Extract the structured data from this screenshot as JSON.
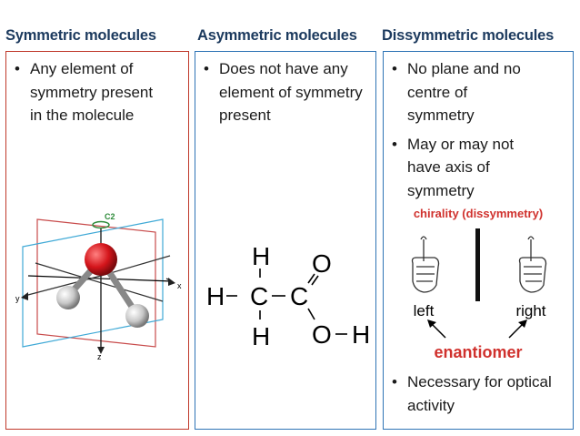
{
  "columns": [
    {
      "title": "Symmetric molecules",
      "bullets": [
        "Any element of symmetry present in the molecule"
      ]
    },
    {
      "title": "Asymmetric molecules",
      "bullets": [
        "Does not have any element of symmetry present"
      ]
    },
    {
      "title": "Dissymmetric molecules",
      "bullets": [
        "No plane and no centre of symmetry",
        "May or may not have axis of symmetry"
      ],
      "bottom_bullets": [
        "Necessary for optical activity"
      ]
    }
  ],
  "water_diagram": {
    "axis_x": "x",
    "axis_y": "y",
    "axis_z": "z",
    "axis_c2": "C2"
  },
  "acetic_acid": {
    "atoms": [
      "H",
      "H",
      "C",
      "C",
      "O",
      "O",
      "H",
      "H"
    ]
  },
  "hands": {
    "title": "chirality (dissymmetry)",
    "left": "left",
    "right": "right",
    "enantiomer": "enantiomer"
  },
  "colors": {
    "title": "#1c3a5e",
    "red_border": "#c0392b",
    "blue_border": "#2f74b5",
    "accent_red": "#d0312d"
  }
}
